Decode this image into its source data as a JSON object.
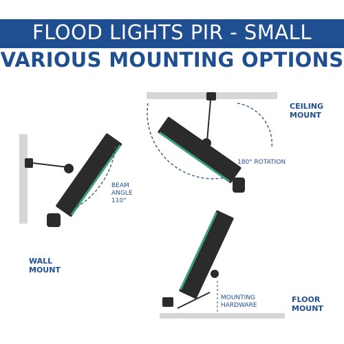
{
  "header": {
    "title": "FLOOD LIGHTS PIR - SMALL",
    "subtitle": "VARIOUS MOUNTING OPTIONS"
  },
  "labels": {
    "ceiling_line1": "CEILING",
    "ceiling_line2": "MOUNT",
    "rotation": "180° ROTATION",
    "beam_line1": "BEAM",
    "beam_line2": "ANGLE",
    "beam_line3": "110°",
    "wall_line1": "WALL",
    "wall_line2": "MOUNT",
    "hardware_line1": "MOUNTING",
    "hardware_line2": "HARDWARE",
    "floor_line1": "FLOOR",
    "floor_line2": "MOUNT"
  },
  "colors": {
    "brand_blue": "#1f4e91",
    "light_body": "#2b2b2b",
    "led_green": "#3aa37a",
    "surface_grey": "#d6d6d6"
  }
}
